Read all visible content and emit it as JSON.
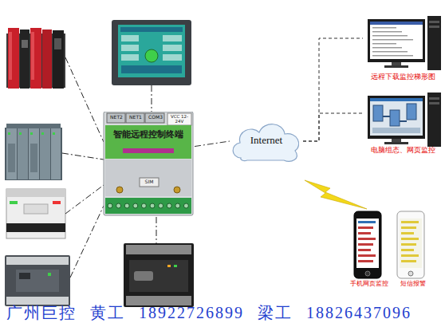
{
  "diagram": {
    "nodes": [
      {
        "text": [
          "NET2",
          "NET1",
          "COM3",
          "智能远程控制终端",
          "VCC 12-24V",
          "SIM"
        ]
      },
      {
        "text": [
          "Internet"
        ]
      },
      {
        "text": [
          "远程下载监控梯形图"
        ]
      },
      {
        "text": [
          "电脑组态、网页监控"
        ]
      },
      {
        "text": [
          "手机网页监控"
        ]
      },
      {
        "text": [
          "短信报警"
        ]
      }
    ],
    "edges": [
      {
        "from": 0,
        "to": 1,
        "arrow": "none"
      },
      {
        "from": 1,
        "to": 2,
        "arrow": "none"
      },
      {
        "from": 1,
        "to": 3,
        "arrow": "none"
      }
    ],
    "labels": [
      "广州巨控 黄工 18922726899 梁工 18826437096"
    ]
  }
}
